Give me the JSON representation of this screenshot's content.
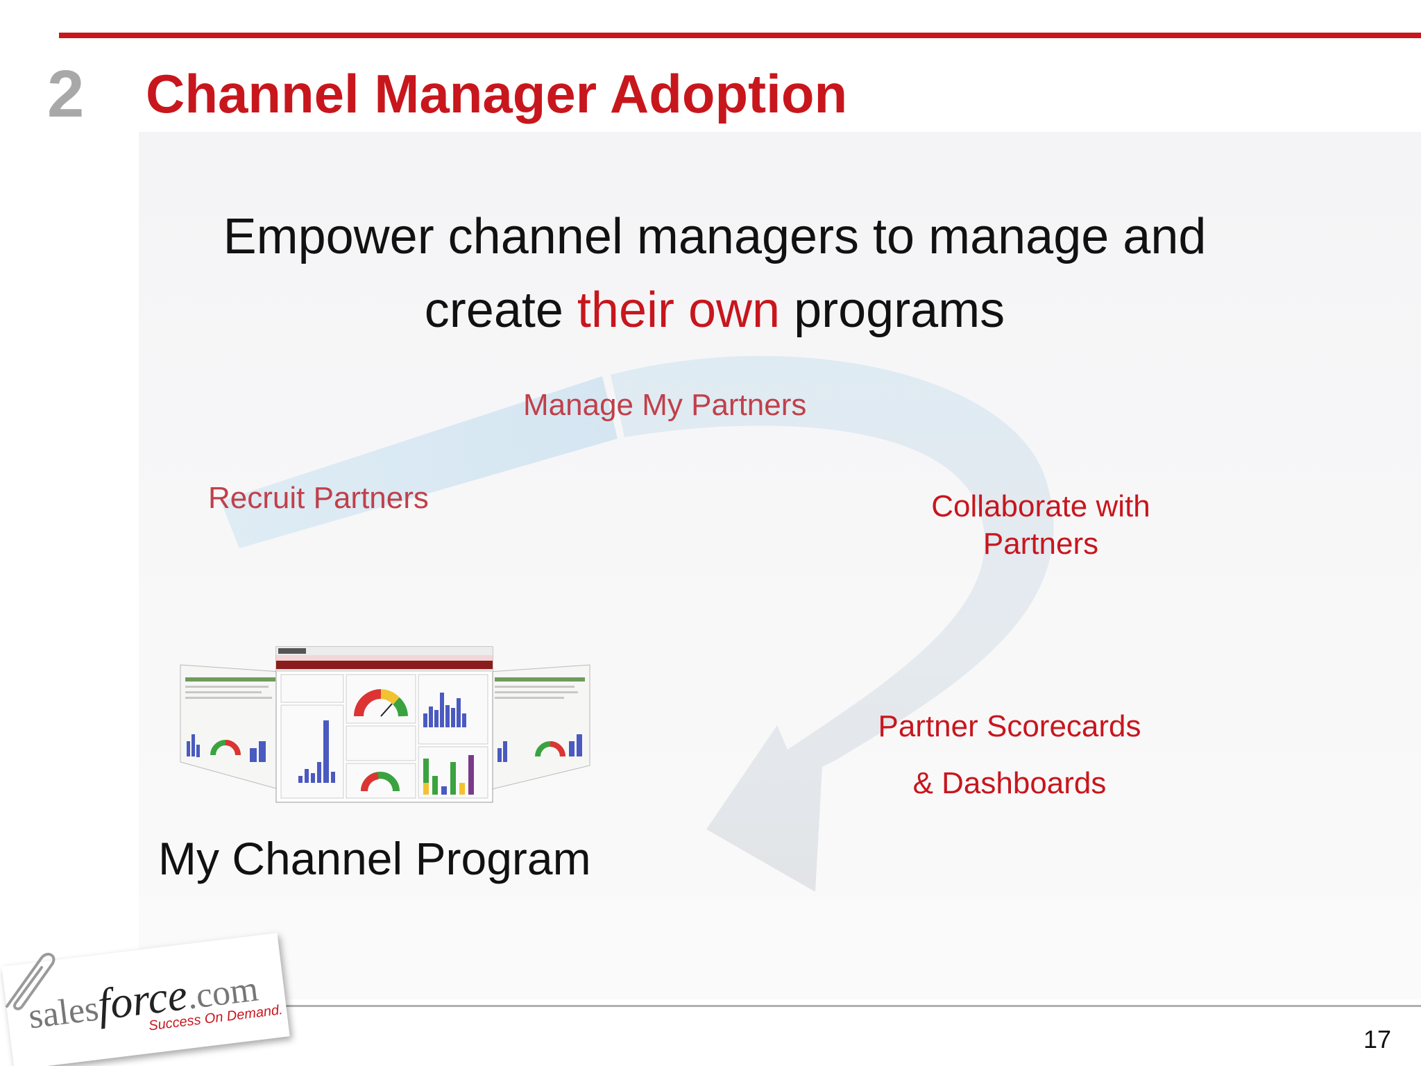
{
  "slide": {
    "section_number": "2",
    "title": "Channel Manager Adoption",
    "page_number": "17"
  },
  "subtitle": {
    "line1": "Empower channel managers to manage and",
    "line2_before": "create ",
    "line2_accent": "their own",
    "line2_after": " programs"
  },
  "flow": {
    "manage": "Manage My Partners",
    "recruit": "Recruit Partners",
    "collaborate_line1": "Collaborate with",
    "collaborate_line2": "Partners",
    "scorecards_line1": "Partner Scorecards",
    "scorecards_line2": "& Dashboards"
  },
  "program": {
    "label": "My Channel Program"
  },
  "logo": {
    "brand_prefix": "sales",
    "brand_force": "force",
    "brand_suffix": ".com",
    "tagline": "Success On Demand."
  },
  "colors": {
    "accent": "#c8161d",
    "section_number": "#a8a8a8",
    "arrow_blue": "#dbe9f2",
    "arrow_gray": "#e2e5e8"
  },
  "icons": {
    "paperclip": "paperclip-icon",
    "dashboard_screens": "dashboard-screenshots"
  }
}
